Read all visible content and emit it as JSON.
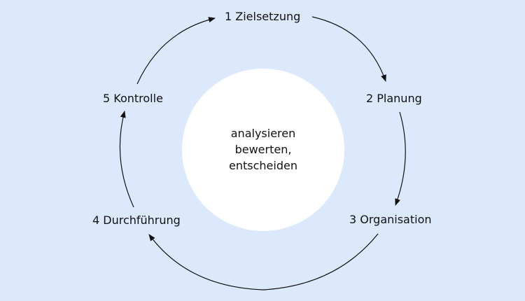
{
  "colors": {
    "background": "#dce9fc",
    "center_fill": "#ffffff",
    "stroke": "#111111",
    "text": "#111111"
  },
  "steps": [
    {
      "label": "1 Zielsetzung"
    },
    {
      "label": "2 Planung"
    },
    {
      "label": "3 Organisation"
    },
    {
      "label": "4 Durchführung"
    },
    {
      "label": "5 Kontrolle"
    }
  ],
  "center": {
    "lines": [
      "analysieren",
      "bewerten,",
      "entscheiden"
    ]
  }
}
